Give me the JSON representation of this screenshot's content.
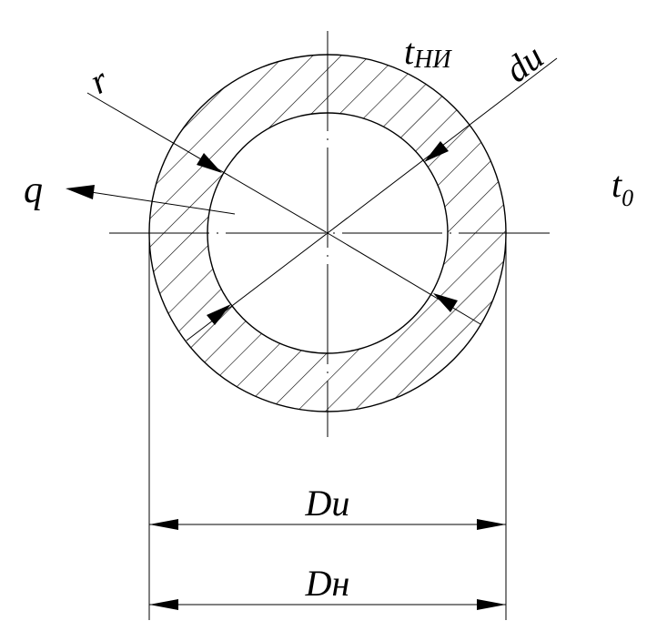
{
  "labels": {
    "t_outer": "t",
    "t_outer_sub": "НИ",
    "du": "du",
    "r": "r",
    "q": "q",
    "t_zero": "t",
    "t_zero_sub": "0",
    "dim_inner": "Dи",
    "dim_outer": "Dн"
  },
  "colors": {
    "stroke": "#000000",
    "background": "#ffffff"
  }
}
